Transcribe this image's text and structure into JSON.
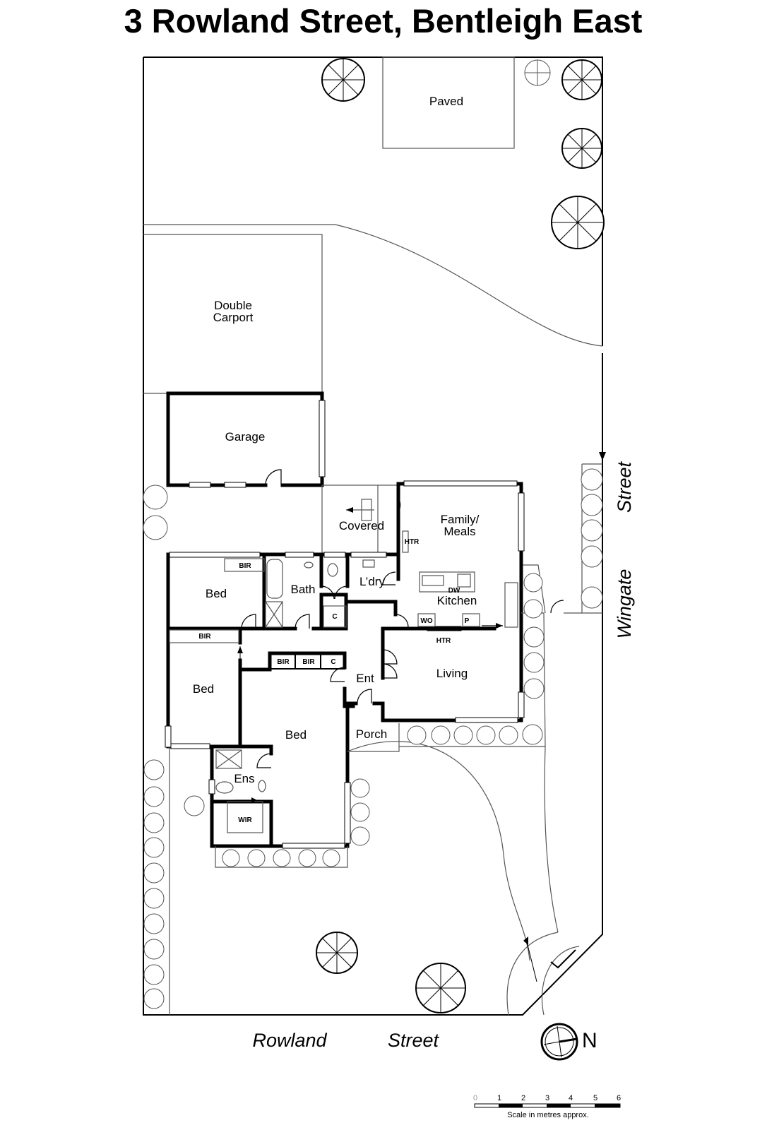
{
  "title": "3 Rowland Street, Bentleigh East",
  "rooms": {
    "paved": "Paved",
    "double_carport_line1": "Double",
    "double_carport_line2": "Carport",
    "garage": "Garage",
    "covered": "Covered",
    "family_line1": "Family/",
    "family_line2": "Meals",
    "kitchen": "Kitchen",
    "living": "Living",
    "bed1": "Bed",
    "bath": "Bath",
    "laundry": "L’dry",
    "bed2": "Bed",
    "bed3": "Bed",
    "entry": "Ent",
    "porch": "Porch",
    "ensuite": "Ens",
    "wir": "WIR"
  },
  "fixtures": {
    "bir_bed1": "BIR",
    "bir_bed2": "BIR",
    "bir_a": "BIR",
    "bir_b": "BIR",
    "c_hall": "C",
    "c_bath": "C",
    "htr_family": "HTR",
    "htr_living": "HTR",
    "dw": "DW",
    "wo": "WO",
    "p": "P"
  },
  "streets": {
    "south_word1": "Rowland",
    "south_word2": "Street",
    "east_word1": "Wingate",
    "east_word2": "Street"
  },
  "compass": {
    "label": "N"
  },
  "scale_bar": {
    "ticks": [
      "0",
      "1",
      "2",
      "3",
      "4",
      "5",
      "6"
    ],
    "caption": "Scale in metres approx."
  }
}
